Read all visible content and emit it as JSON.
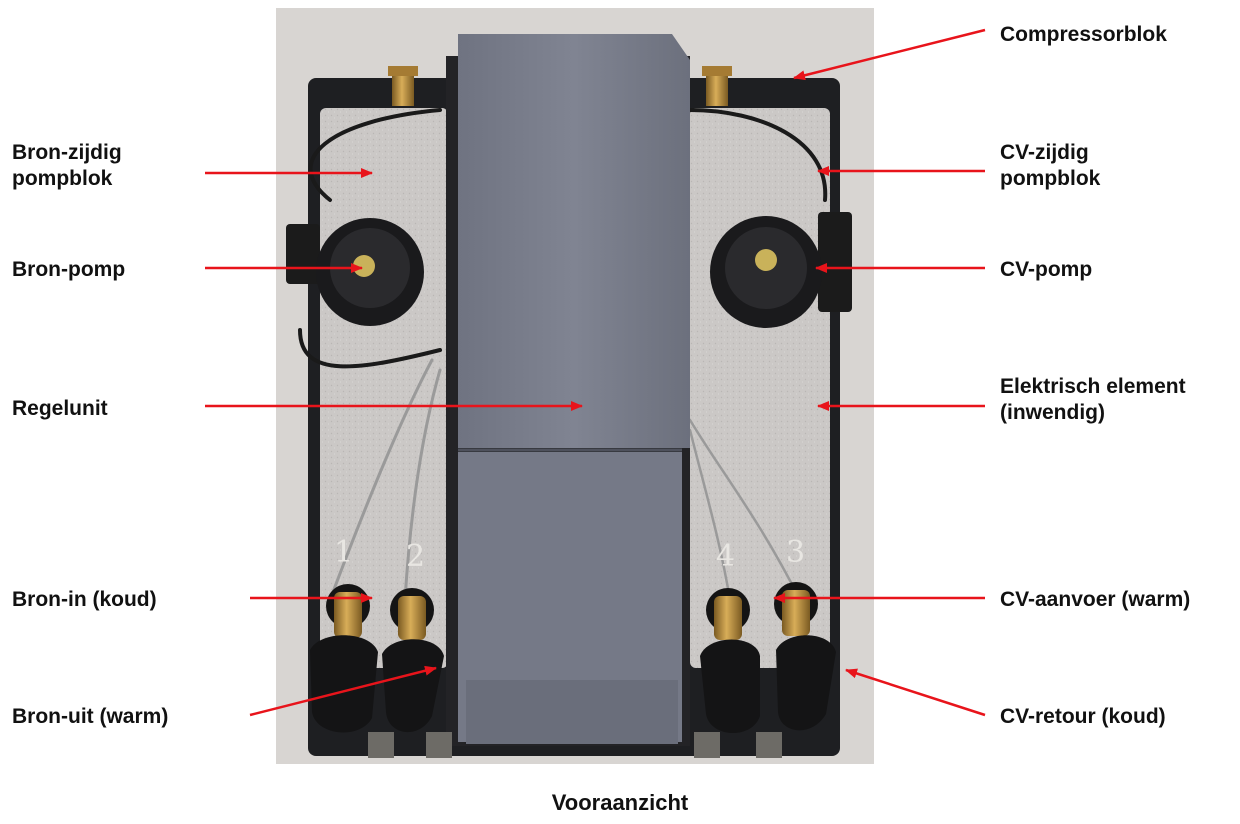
{
  "labels": {
    "compressorblok": "Compressorblok",
    "bron_zijdig_pompblok": [
      "Bron-zijdig",
      "pompblok"
    ],
    "cv_zijdig_pompblok": [
      "CV-zijdig",
      "pompblok"
    ],
    "bron_pomp": "Bron-pomp",
    "cv_pomp": "CV-pomp",
    "regelunit": "Regelunit",
    "elektrisch_element": [
      "Elektrisch element",
      "(inwendig)"
    ],
    "bron_in": "Bron-in (koud)",
    "cv_aanvoer": "CV-aanvoer (warm)",
    "bron_uit": "Bron-uit (warm)",
    "cv_retour": "CV-retour (koud)"
  },
  "connection_numbers": [
    "1",
    "2",
    "4",
    "3"
  ],
  "caption": "Vooraanzicht",
  "colors": {
    "arrow": "#e8141b",
    "housing": "#7a7e8c",
    "insulation": "#c9c6c4",
    "brass": "#b88a3a",
    "wall": "#d8d4d0"
  }
}
